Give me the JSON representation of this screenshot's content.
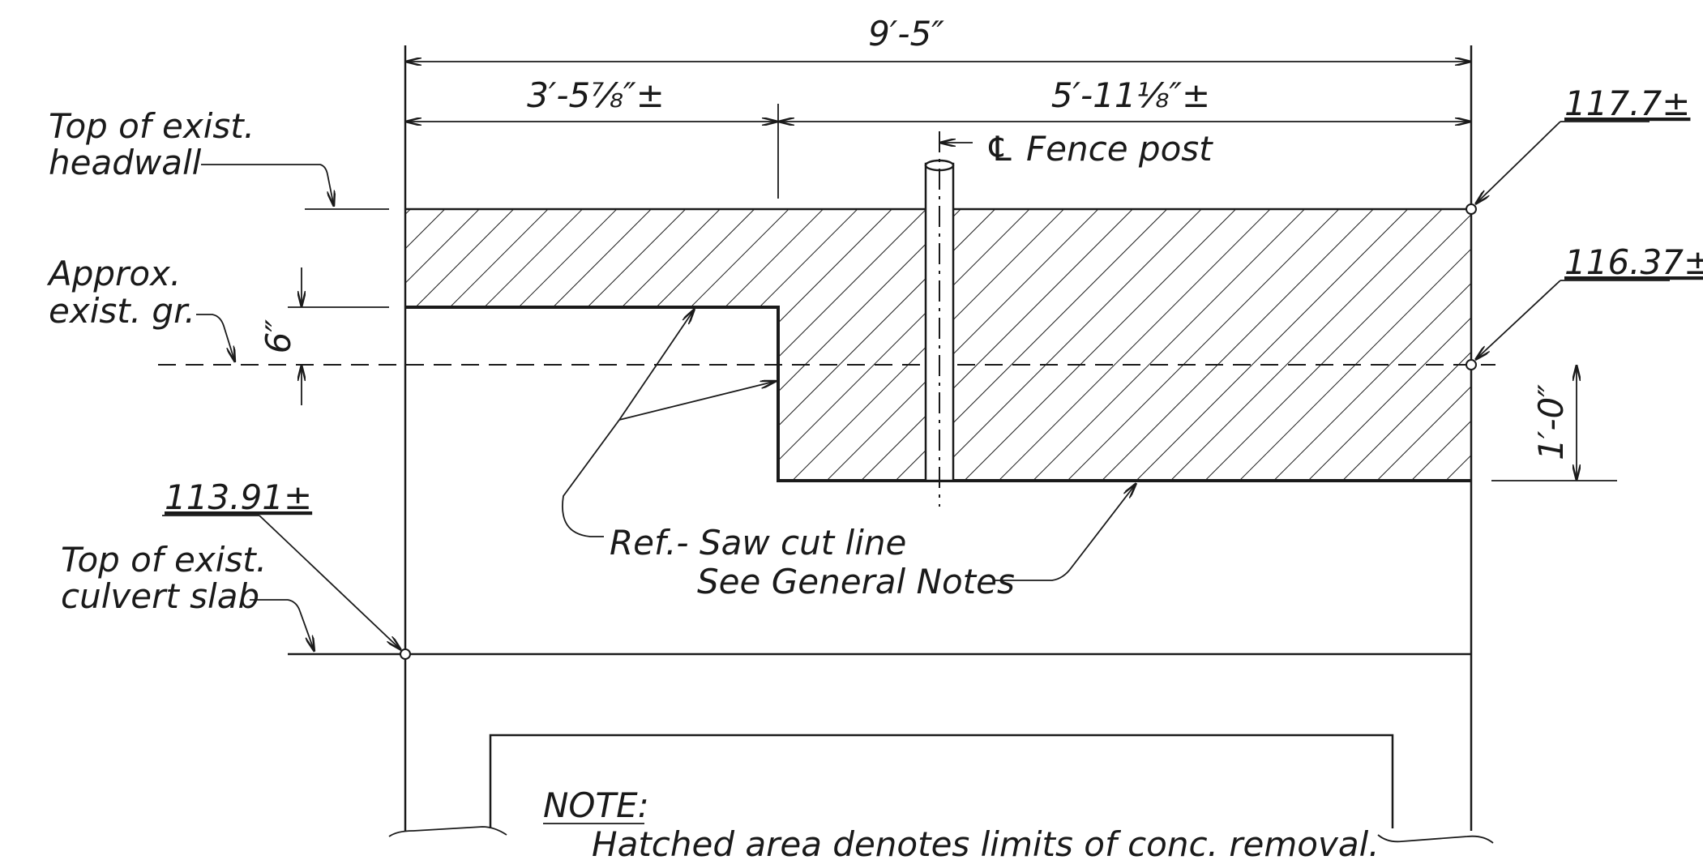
{
  "dimensions": {
    "overall": "9′-5″",
    "left": "3′-5⅞″±",
    "right": "5′-11⅛″±",
    "step": "6″",
    "depth": "1′-0″"
  },
  "elevations": {
    "headwall": "117.7±",
    "ground": "116.37±",
    "slab": "113.91±"
  },
  "labels": {
    "headwall_line1": "Top of exist.",
    "headwall_line2": "headwall",
    "ground_line1": "Approx.",
    "ground_line2": "exist. gr.",
    "slab_line1": "Top of exist.",
    "slab_line2": "culvert slab",
    "fence_post": "℄ Fence post",
    "sawcut_line1": "Ref.- Saw cut line",
    "sawcut_line2": "See General Notes"
  },
  "note": {
    "title": "NOTE:",
    "text": "Hatched area denotes limits of conc. removal."
  }
}
